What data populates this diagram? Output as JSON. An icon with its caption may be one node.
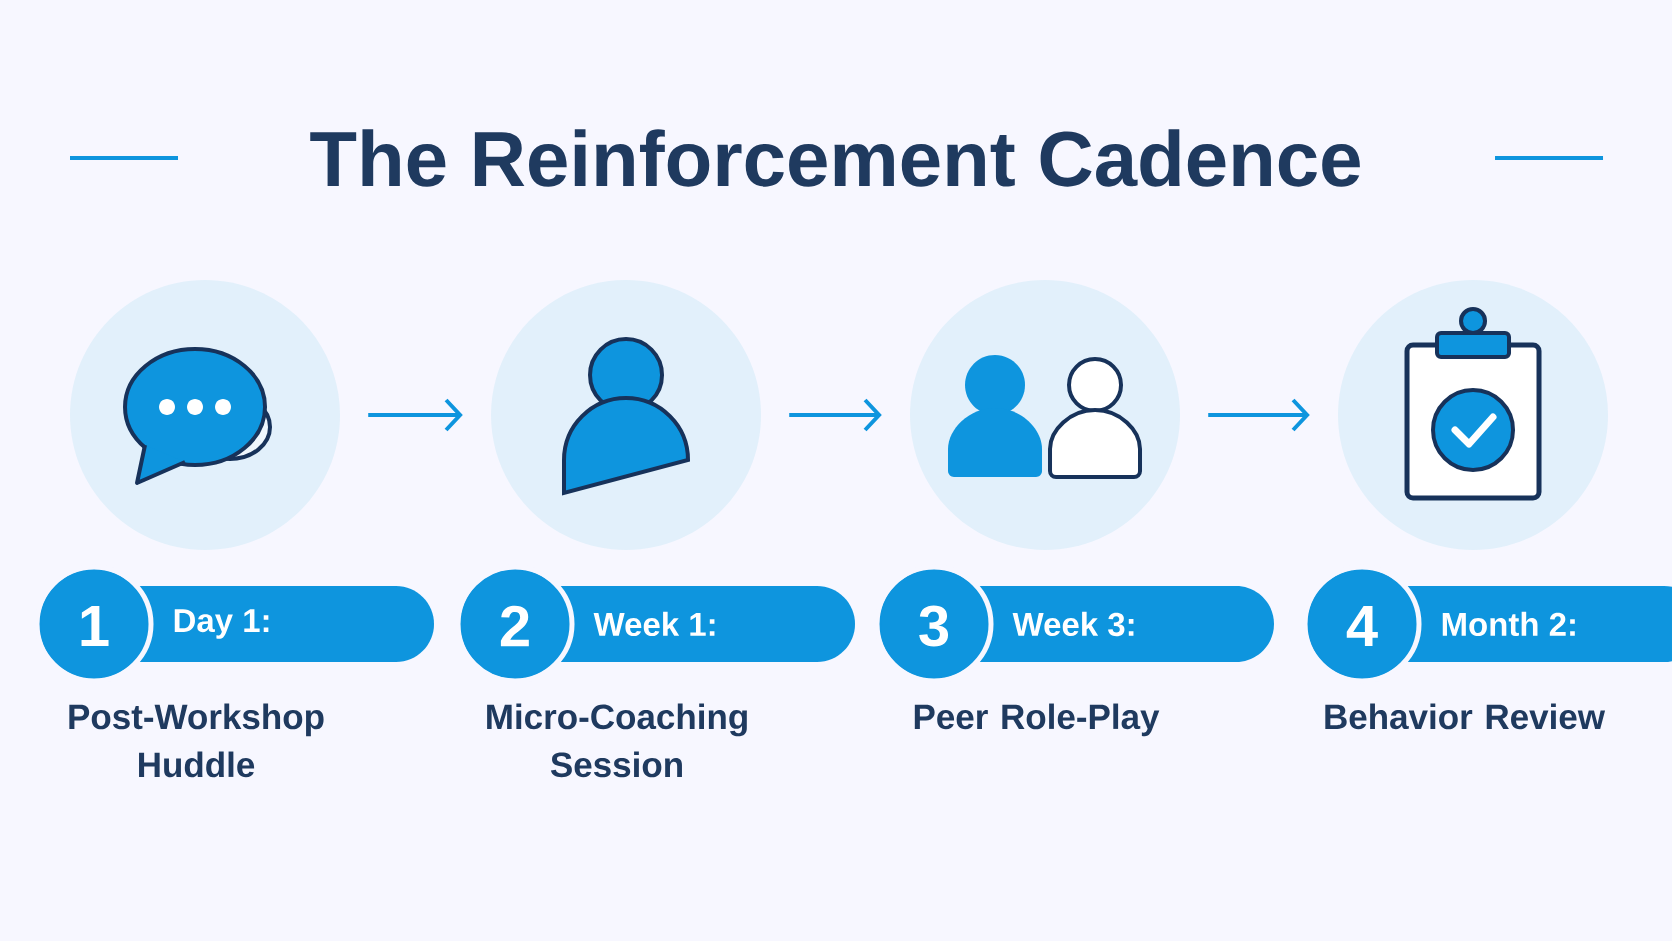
{
  "diagram": {
    "title": "The Reinforcement Cadence",
    "nodes": [
      {
        "text": [],
        "shape": "circle"
      },
      {
        "text": [],
        "shape": "circle"
      },
      {
        "text": [],
        "shape": "circle"
      },
      {
        "text": [],
        "shape": "circle"
      },
      {
        "text": [
          "1",
          "Day 1:"
        ],
        "beside": [
          "Post-Workshop Huddle"
        ]
      },
      {
        "text": [
          "2",
          "Week 1:"
        ],
        "beside": [
          "Micro-Coaching Session"
        ]
      },
      {
        "text": [
          "3",
          "Week 3:"
        ],
        "beside": [
          "Peer Role-Play"
        ]
      },
      {
        "text": [
          "4",
          "Month 2:"
        ],
        "beside": [
          "Behavior Review"
        ]
      }
    ],
    "edges": [
      {
        "from": 0,
        "to": 1,
        "arrow": "to"
      },
      {
        "from": 1,
        "to": 2,
        "arrow": "to"
      },
      {
        "from": 2,
        "to": 3,
        "arrow": "to"
      }
    ]
  }
}
